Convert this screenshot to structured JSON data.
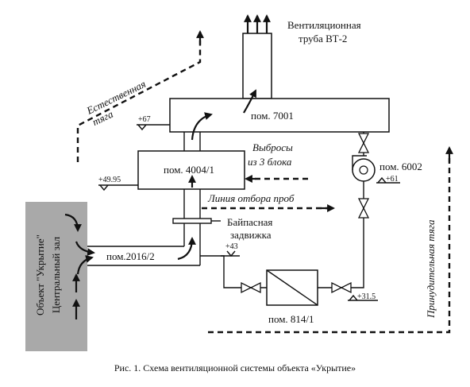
{
  "labels": {
    "vent_pipe_line1": "Вентиляционная",
    "vent_pipe_line2": "труба ВТ-2",
    "natural_draft_line1": "Естественная",
    "natural_draft_line2": "тяга",
    "forced_draft": "Принудительная тяга",
    "room_7001": "пом. 7001",
    "room_4004": "пом. 4004/1",
    "room_6002": "пом. 6002",
    "room_2016": "пом.2016/2",
    "room_814": "пом. 814/1",
    "emissions_line1": "Выбросы",
    "emissions_line2": "из 3 блока",
    "sampling_line": "Линия отбора проб",
    "bypass_line1": "Байпасная",
    "bypass_line2": "задвижка",
    "object_line1": "Объект \"Укрытие\"",
    "object_line2": "Центральный зал"
  },
  "levels": {
    "l67": "+67",
    "l4995": "+49.95",
    "l61": "+61",
    "l43": "+43",
    "l315": "+31.5"
  },
  "caption": "Рис. 1. Схема вентиляционной системы объекта «Укрытие»",
  "colors": {
    "ink": "#111111",
    "object_fill": "#a9a9a9"
  }
}
